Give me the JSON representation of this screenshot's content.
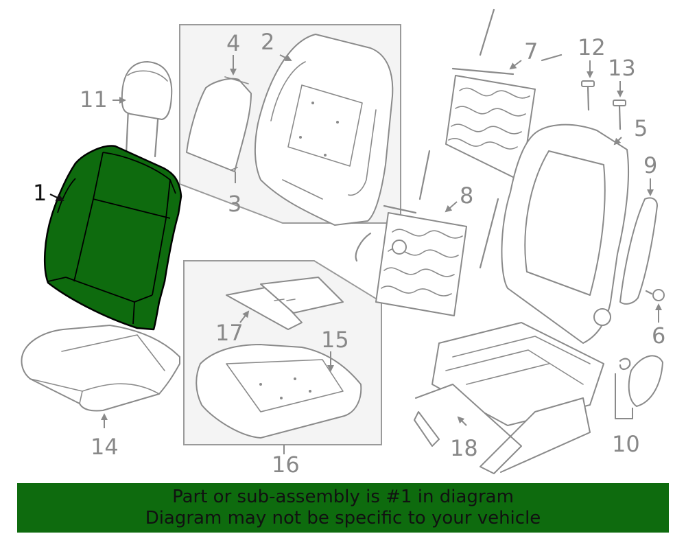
{
  "highlight_color": "#0e6b0e",
  "callouts": {
    "c1": "1",
    "c2": "2",
    "c3": "3",
    "c4": "4",
    "c5": "5",
    "c6": "6",
    "c7": "7",
    "c8": "8",
    "c9": "9",
    "c10": "10",
    "c11": "11",
    "c12": "12",
    "c13": "13",
    "c14": "14",
    "c15": "15",
    "c16": "16",
    "c17": "17",
    "c18": "18"
  },
  "banner": {
    "line1": "Part or sub-assembly is #1 in diagram",
    "line2": "Diagram may not be specific to your vehicle"
  }
}
